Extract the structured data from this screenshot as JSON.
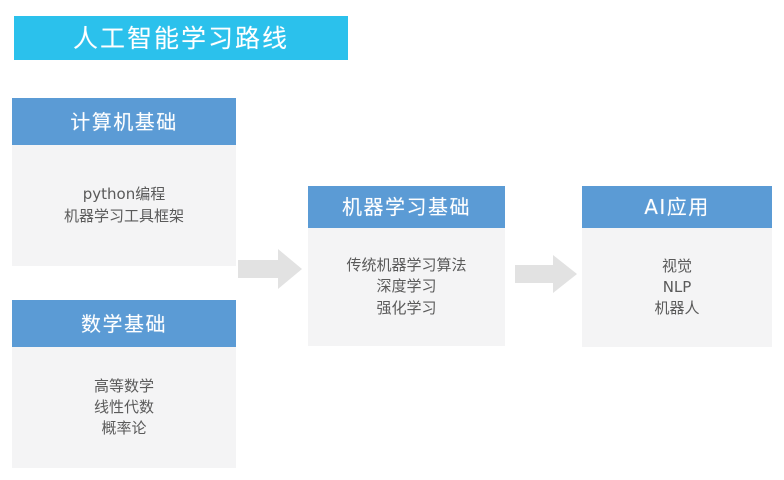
{
  "diagram": {
    "title": "人工智能学习路线",
    "title_bg_color": "#2bc1ec",
    "card_header_color": "#5b9bd5",
    "card_body_color": "#f4f4f5",
    "arrow_color": "#e2e2e2",
    "cards": [
      {
        "id": "cs",
        "header": "计算机基础",
        "lines": [
          "python编程",
          "机器学习工具框架"
        ]
      },
      {
        "id": "math",
        "header": "数学基础",
        "lines": [
          "高等数学",
          "线性代数",
          "概率论"
        ]
      },
      {
        "id": "ml",
        "header": "机器学习基础",
        "lines": [
          "传统机器学习算法",
          "深度学习",
          "强化学习"
        ]
      },
      {
        "id": "ai",
        "header": "AI应用",
        "lines": [
          "视觉",
          "NLP",
          "机器人"
        ]
      }
    ],
    "arrows": [
      {
        "id": "arrow-1",
        "from": "foundations",
        "to": "ml"
      },
      {
        "id": "arrow-2",
        "from": "ml",
        "to": "ai"
      }
    ]
  }
}
